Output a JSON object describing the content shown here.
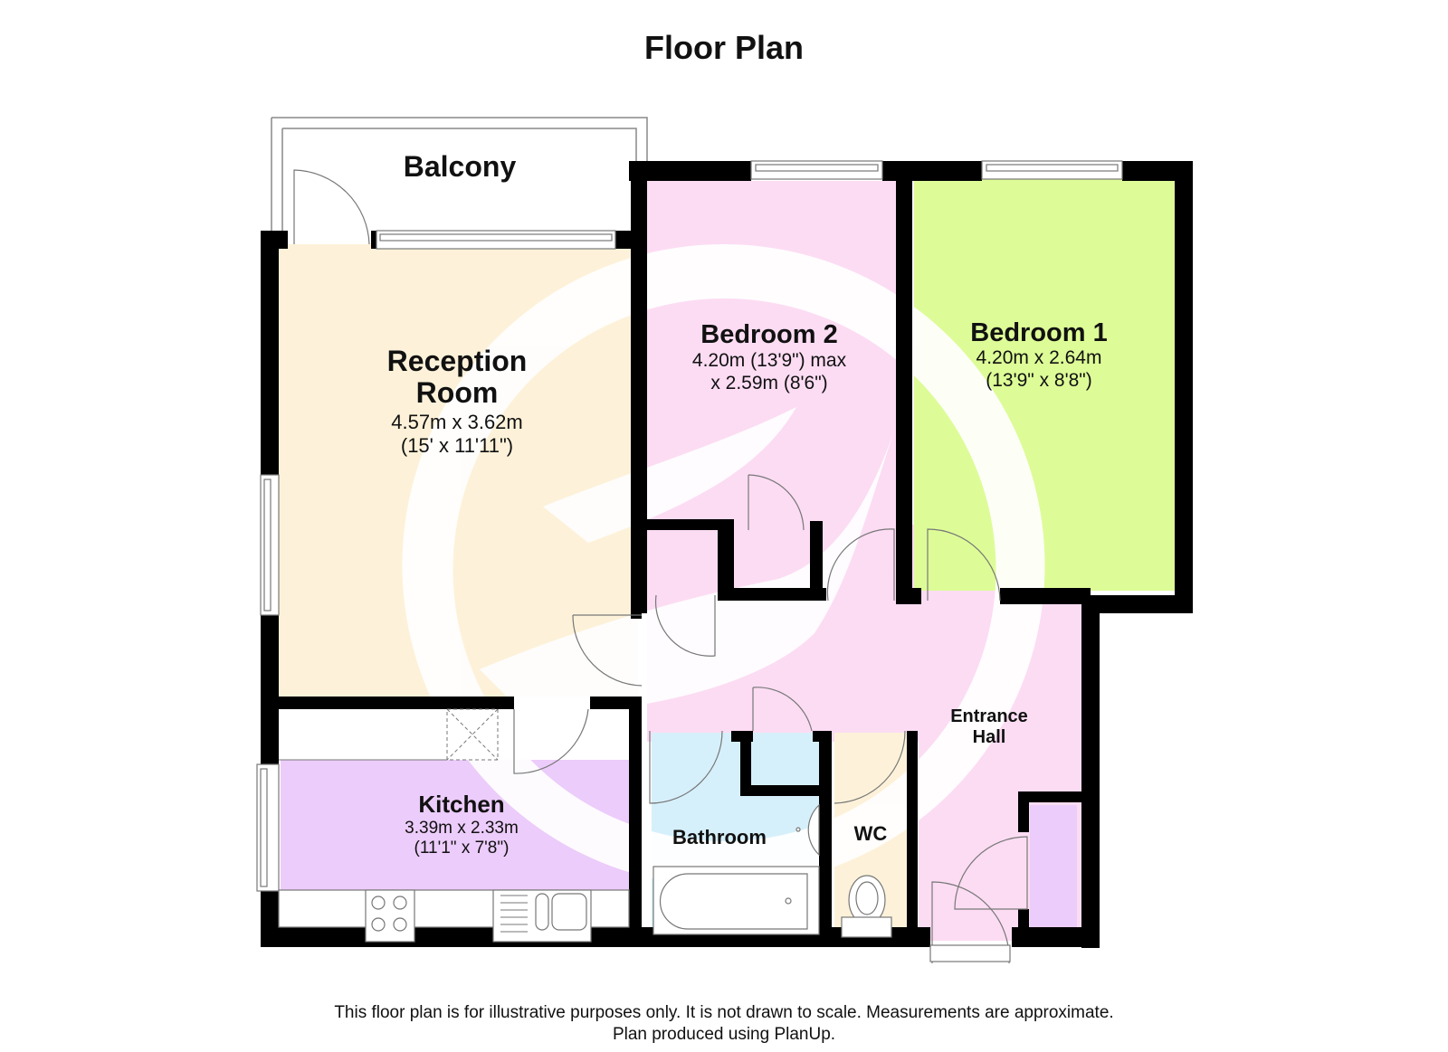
{
  "title": "Floor Plan",
  "rooms": {
    "balcony": {
      "name": "Balcony"
    },
    "reception": {
      "name_line1": "Reception",
      "name_line2": "Room",
      "dim_metric": "4.57m x 3.62m",
      "dim_imperial": "(15' x 11'11\")",
      "color": "#fdf2d9"
    },
    "bedroom2": {
      "name": "Bedroom 2",
      "dim_line1": "4.20m (13'9\") max",
      "dim_line2": "x 2.59m (8'6\")",
      "color": "#fcdcf3"
    },
    "bedroom1": {
      "name": "Bedroom 1",
      "dim_metric": "4.20m x 2.64m",
      "dim_imperial": "(13'9\" x 8'8\")",
      "color": "#ddfc97"
    },
    "kitchen": {
      "name": "Kitchen",
      "dim_metric": "3.39m x 2.33m",
      "dim_imperial": "(11'1\" x 7'8\")",
      "color": "#ecccfa"
    },
    "bathroom": {
      "name": "Bathroom",
      "color": "#d6f0fb"
    },
    "wc": {
      "name": "WC",
      "color": "#fdf2d9"
    },
    "entrance_hall": {
      "name_line1": "Entrance",
      "name_line2": "Hall",
      "color": "#fcdcf3"
    },
    "cupboard": {
      "color": "#ecccfa"
    }
  },
  "footer": {
    "line1": "This floor plan is for illustrative purposes only. It is not drawn to scale. Measurements are approximate.",
    "line2": "Plan produced using PlanUp."
  }
}
